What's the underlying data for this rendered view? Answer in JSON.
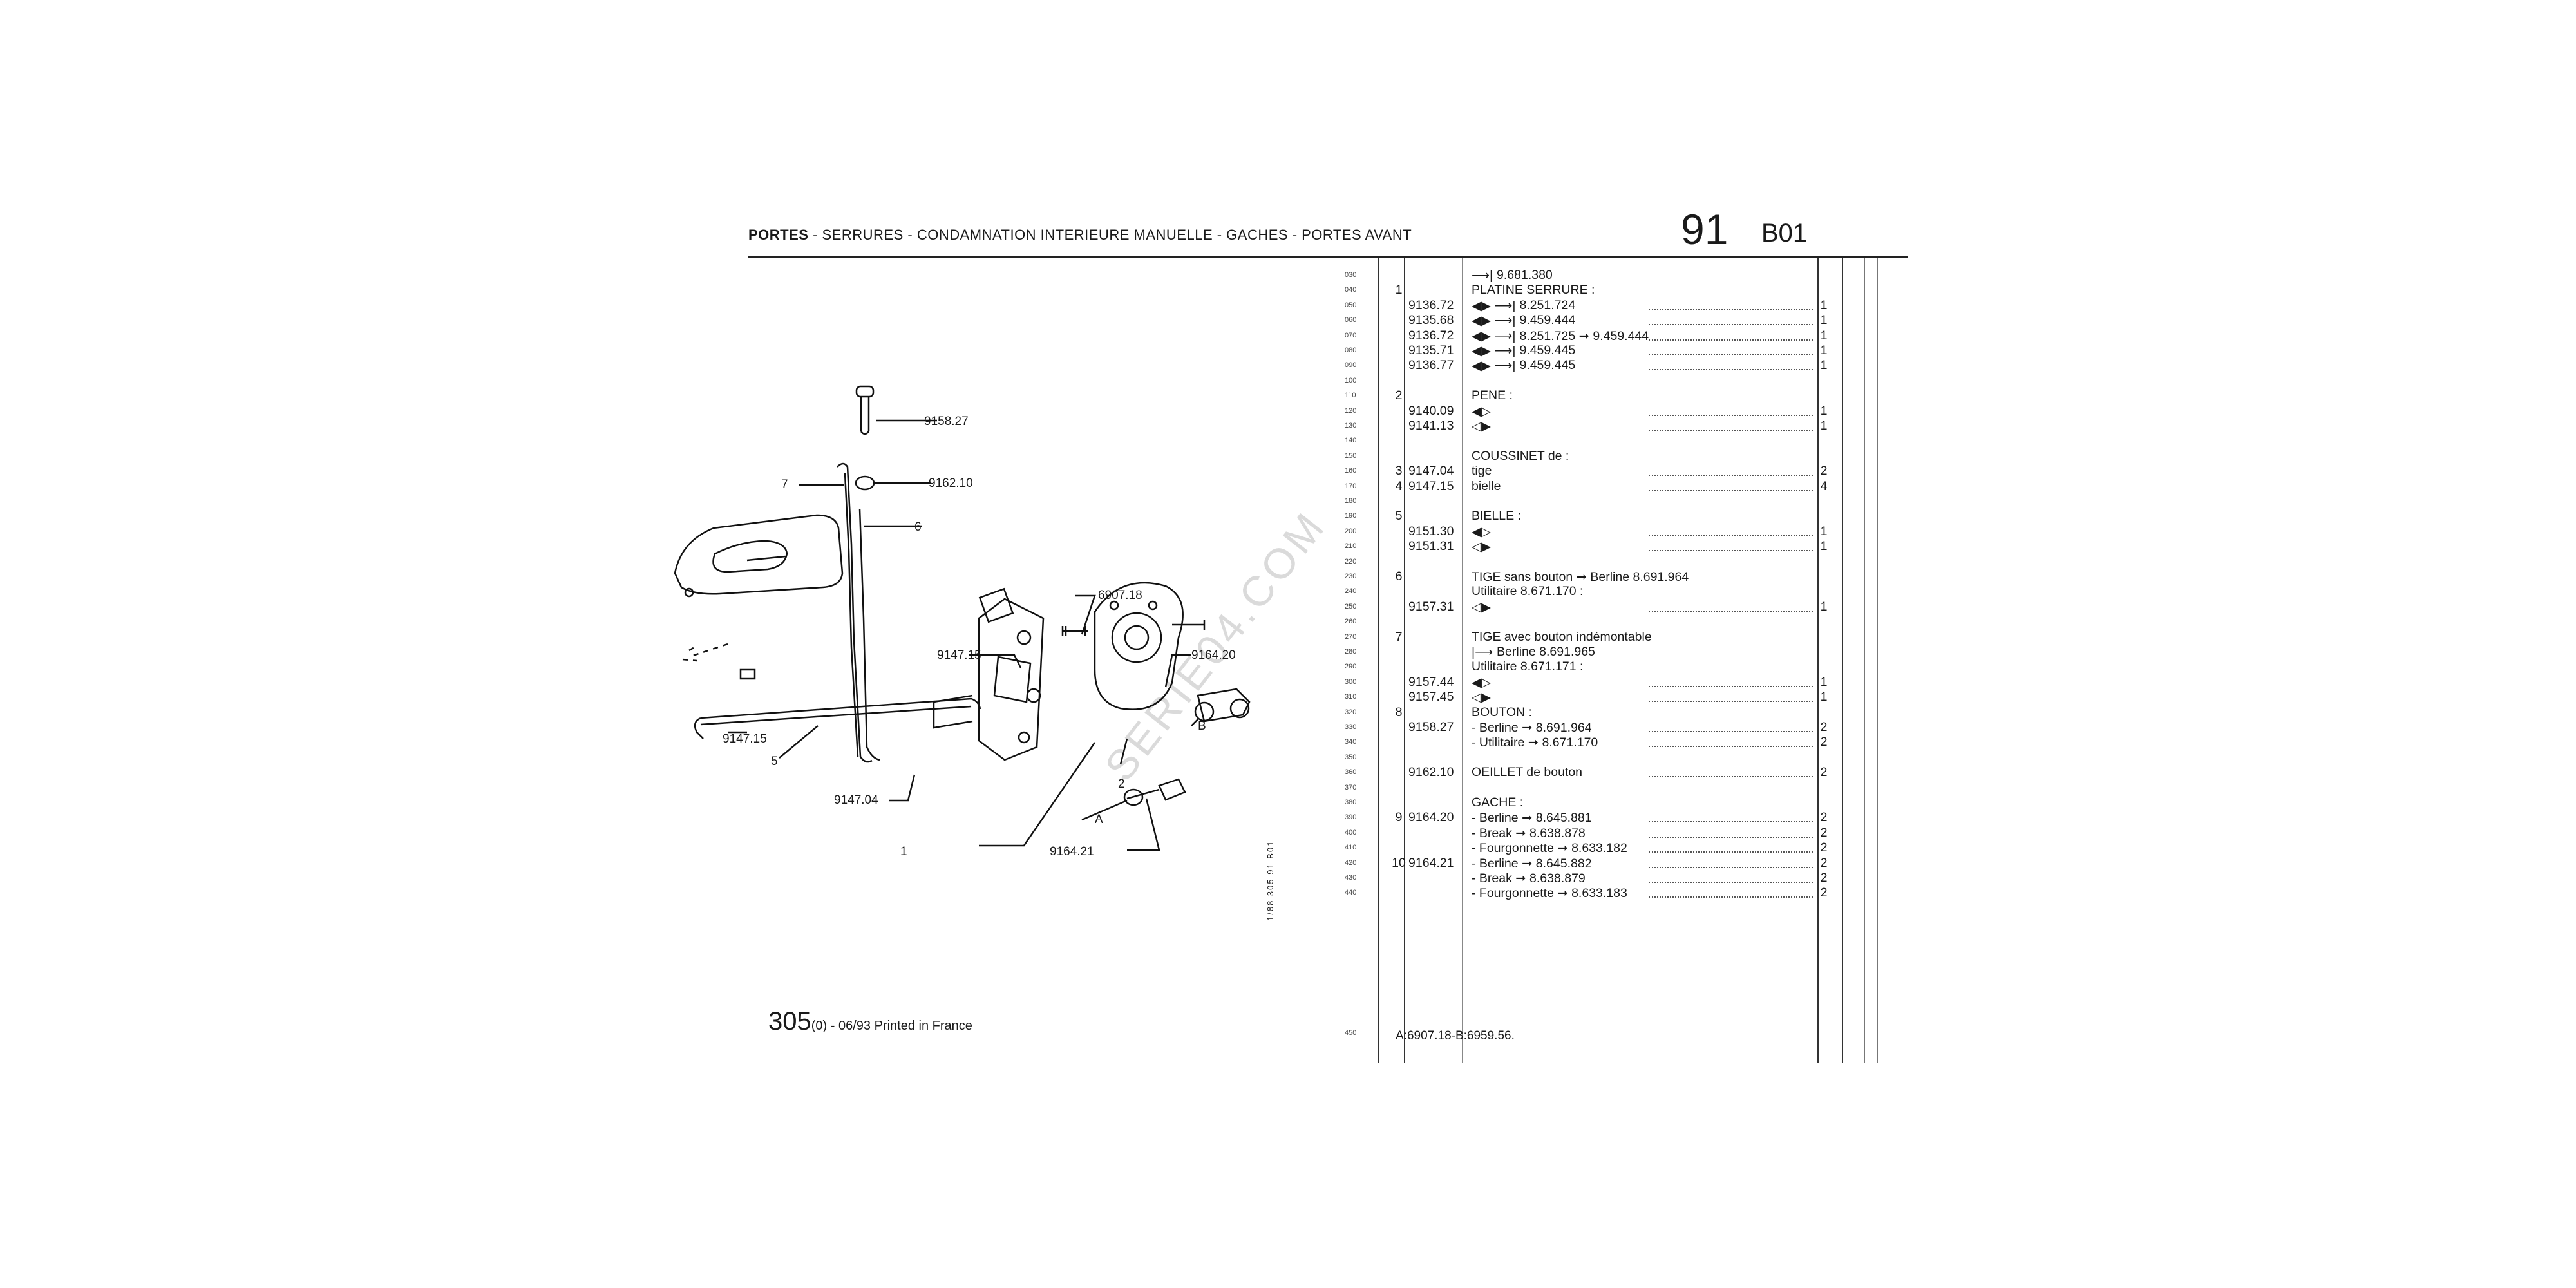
{
  "header": {
    "title_bold": "PORTES",
    "title_rest": " - SERRURES - CONDAMNATION INTERIEURE MANUELLE - GACHES - PORTES AVANT",
    "page_number": "91",
    "section_code": "B01"
  },
  "rows": [
    {
      "line": "030",
      "rep": "",
      "ref": "",
      "desc": "9.681.380",
      "qty": "",
      "sym": "arrow-end"
    },
    {
      "line": "040",
      "rep": "1",
      "ref": "",
      "desc": "PLATINE SERRURE :",
      "qty": "",
      "sym": ""
    },
    {
      "line": "050",
      "rep": "",
      "ref": "9136.72",
      "desc": "8.251.724",
      "qty": "1",
      "sym": "lr"
    },
    {
      "line": "060",
      "rep": "",
      "ref": "9135.68",
      "desc": "9.459.444",
      "qty": "1",
      "sym": "lr2"
    },
    {
      "line": "070",
      "rep": "",
      "ref": "9136.72",
      "desc": "8.251.725  ➞ 9.459.444",
      "qty": "1",
      "sym": "lr3"
    },
    {
      "line": "080",
      "rep": "",
      "ref": "9135.71",
      "desc": "9.459.445",
      "qty": "1",
      "sym": "lr4"
    },
    {
      "line": "090",
      "rep": "",
      "ref": "9136.77",
      "desc": "9.459.445",
      "qty": "1",
      "sym": "lr5"
    },
    {
      "line": "100",
      "rep": "",
      "ref": "",
      "desc": "",
      "qty": "",
      "sym": ""
    },
    {
      "line": "110",
      "rep": "2",
      "ref": "",
      "desc": "PENE :",
      "qty": "",
      "sym": ""
    },
    {
      "line": "120",
      "rep": "",
      "ref": "9140.09",
      "desc": "",
      "qty": "1",
      "sym": "l"
    },
    {
      "line": "130",
      "rep": "",
      "ref": "9141.13",
      "desc": "",
      "qty": "1",
      "sym": "r"
    },
    {
      "line": "140",
      "rep": "",
      "ref": "",
      "desc": "",
      "qty": "",
      "sym": ""
    },
    {
      "line": "150",
      "rep": "",
      "ref": "",
      "desc": "COUSSINET de :",
      "qty": "",
      "sym": ""
    },
    {
      "line": "160",
      "rep": "3",
      "ref": "9147.04",
      "desc": "tige",
      "qty": "2",
      "sym": ""
    },
    {
      "line": "170",
      "rep": "4",
      "ref": "9147.15",
      "desc": "bielle",
      "qty": "4",
      "sym": ""
    },
    {
      "line": "180",
      "rep": "",
      "ref": "",
      "desc": "",
      "qty": "",
      "sym": ""
    },
    {
      "line": "190",
      "rep": "5",
      "ref": "",
      "desc": "BIELLE :",
      "qty": "",
      "sym": ""
    },
    {
      "line": "200",
      "rep": "",
      "ref": "9151.30",
      "desc": "",
      "qty": "1",
      "sym": "l"
    },
    {
      "line": "210",
      "rep": "",
      "ref": "9151.31",
      "desc": "",
      "qty": "1",
      "sym": "r"
    },
    {
      "line": "220",
      "rep": "",
      "ref": "",
      "desc": "",
      "qty": "",
      "sym": ""
    },
    {
      "line": "230",
      "rep": "6",
      "ref": "",
      "desc": "TIGE sans bouton ➞ Berline 8.691.964",
      "qty": "",
      "sym": ""
    },
    {
      "line": "240",
      "rep": "",
      "ref": "",
      "desc": "Utilitaire 8.671.170 :",
      "qty": "",
      "sym": ""
    },
    {
      "line": "250",
      "rep": "",
      "ref": "9157.31",
      "desc": "",
      "qty": "1",
      "sym": "r"
    },
    {
      "line": "260",
      "rep": "",
      "ref": "",
      "desc": "",
      "qty": "",
      "sym": ""
    },
    {
      "line": "270",
      "rep": "7",
      "ref": "",
      "desc": "TIGE avec bouton indémontable",
      "qty": "",
      "sym": ""
    },
    {
      "line": "280",
      "rep": "",
      "ref": "",
      "desc": "Berline 8.691.965",
      "qty": "",
      "sym": "start"
    },
    {
      "line": "290",
      "rep": "",
      "ref": "",
      "desc": "Utilitaire 8.671.171 :",
      "qty": "",
      "sym": ""
    },
    {
      "line": "300",
      "rep": "",
      "ref": "9157.44",
      "desc": "",
      "qty": "1",
      "sym": "l"
    },
    {
      "line": "310",
      "rep": "",
      "ref": "9157.45",
      "desc": "",
      "qty": "1",
      "sym": "r"
    },
    {
      "line": "320",
      "rep": "8",
      "ref": "",
      "desc": "BOUTON :",
      "qty": "",
      "sym": ""
    },
    {
      "line": "330",
      "rep": "",
      "ref": "9158.27",
      "desc": "- Berline ➞ 8.691.964",
      "qty": "2",
      "sym": ""
    },
    {
      "line": "340",
      "rep": "",
      "ref": "",
      "desc": "- Utilitaire ➞ 8.671.170",
      "qty": "2",
      "sym": ""
    },
    {
      "line": "350",
      "rep": "",
      "ref": "",
      "desc": "",
      "qty": "",
      "sym": ""
    },
    {
      "line": "360",
      "rep": "",
      "ref": "9162.10",
      "desc": "OEILLET de bouton",
      "qty": "2",
      "sym": ""
    },
    {
      "line": "370",
      "rep": "",
      "ref": "",
      "desc": "",
      "qty": "",
      "sym": ""
    },
    {
      "line": "380",
      "rep": "",
      "ref": "",
      "desc": "GACHE :",
      "qty": "",
      "sym": ""
    },
    {
      "line": "390",
      "rep": "9",
      "ref": "9164.20",
      "desc": "- Berline ➞ 8.645.881",
      "qty": "2",
      "sym": ""
    },
    {
      "line": "400",
      "rep": "",
      "ref": "",
      "desc": "- Break ➞ 8.638.878",
      "qty": "2",
      "sym": ""
    },
    {
      "line": "410",
      "rep": "",
      "ref": "",
      "desc": "- Fourgonnette ➞ 8.633.182",
      "qty": "2",
      "sym": ""
    },
    {
      "line": "420",
      "rep": "10",
      "ref": "9164.21",
      "desc": "- Berline ➞ 8.645.882",
      "qty": "2",
      "sym": ""
    },
    {
      "line": "430",
      "rep": "",
      "ref": "",
      "desc": "- Break ➞ 8.638.879",
      "qty": "2",
      "sym": ""
    },
    {
      "line": "440",
      "rep": "",
      "ref": "",
      "desc": "- Fourgonnette ➞ 8.633.183",
      "qty": "2",
      "sym": ""
    }
  ],
  "last_line": {
    "line": "450",
    "text": "A:6907.18-B:6959.56."
  },
  "footer": {
    "model": "305",
    "rest": "(0) - 06/93 Printed in France"
  },
  "side_code": "1/88   305   91   B01",
  "watermark": "SERIE04.COM",
  "labels": {
    "l9158_27": "9158.27",
    "l9162_10": "9162.10",
    "l7": "7",
    "l6": "6",
    "l6907_18": "6907.18",
    "l9164_20": "9164.20",
    "l9147_15a": "9147.15",
    "l9147_15b": "9147.15",
    "l5": "5",
    "l9147_04": "9147.04",
    "lB": "B",
    "l2": "2",
    "lA": "A",
    "l1": "1",
    "l9164_21": "9164.21"
  }
}
